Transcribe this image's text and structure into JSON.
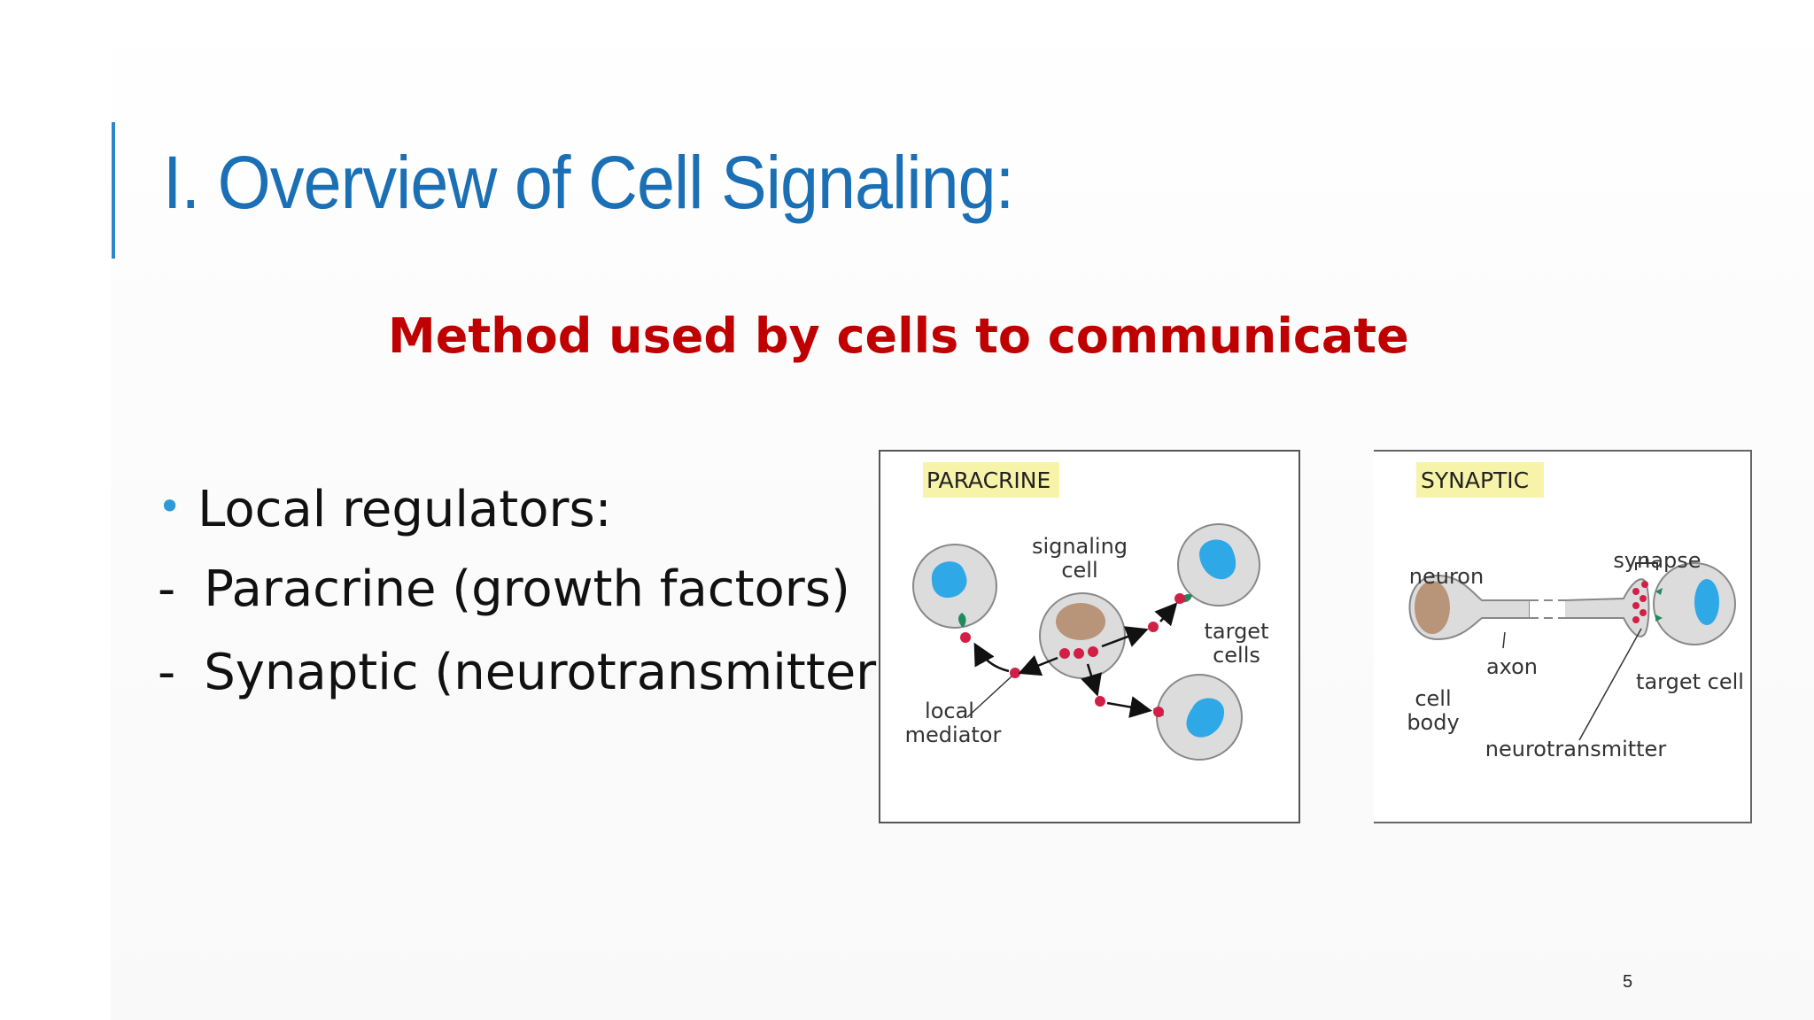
{
  "slide": {
    "title": "I. Overview of Cell Signaling:",
    "subtitle": "Method used by cells to communicate",
    "bullets": {
      "heading": "Local regulators:",
      "items": [
        "Paracrine (growth factors)",
        "Synaptic (neurotransmitter)"
      ],
      "dash": "-",
      "dot": "•"
    },
    "page_number": "5"
  },
  "figures": {
    "paracrine": {
      "header": "PARACRINE",
      "signaling_cell_line1": "signaling",
      "signaling_cell_line2": "cell",
      "target_cells_line1": "target",
      "target_cells_line2": "cells",
      "local_mediator_line1": "local",
      "local_mediator_line2": "mediator"
    },
    "synaptic": {
      "header": "SYNAPTIC",
      "neuron": "neuron",
      "synapse": "synapse",
      "axon": "axon",
      "target_cell": "target cell",
      "cell_body_line1": "cell",
      "cell_body_line2": "body",
      "neurotransmitter": "neurotransmitter"
    }
  },
  "colors": {
    "title": "#1a6fb5",
    "subtitle": "#c00000",
    "bullet_dot": "#2e9ad6",
    "header_highlight": "#f7f3a8",
    "cell_fill": "#dcdcdc",
    "nucleus_blue": "#2fa8e8",
    "nucleus_brown": "#b89478",
    "molecule_red": "#d21f46",
    "receptor_green": "#1f8a5e"
  }
}
